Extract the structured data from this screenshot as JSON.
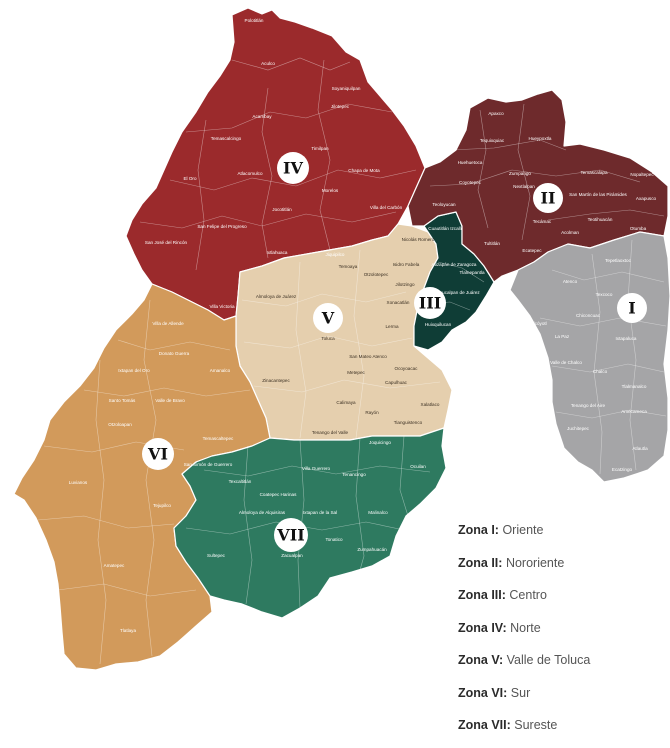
{
  "zones": [
    {
      "id": "I",
      "numeral": "I",
      "color": "#a5a5a7",
      "text_color": "#ffffff",
      "legend_label": "Zona I:",
      "legend_name": "Oriente",
      "municipalities": [
        "Tepetlaoxtoc",
        "Atenco",
        "Texcoco",
        "Chiconcuac",
        "Nezahualcóyotl",
        "La Paz",
        "Ixtapaluca",
        "Valle de Chalco",
        "Chalco",
        "Tlalmanalco",
        "Tenango del Aire",
        "Amecameca",
        "Juchitepec",
        "Atlautla",
        "Ecatzingo"
      ]
    },
    {
      "id": "II",
      "numeral": "II",
      "color": "#6e2a2c",
      "text_color": "#ffffff",
      "legend_label": "Zona II:",
      "legend_name": "Nororiente",
      "municipalities": [
        "Apaxco",
        "Tequixquiac",
        "Hueypoxtla",
        "Huehuetoca",
        "Zumpango",
        "Temascalapa",
        "Nopaltepec",
        "Coyotepec",
        "Nextlalpan",
        "San Martín de las Pirámides",
        "Axapusco",
        "Teoloyucan",
        "Tecámac",
        "Teotihuacán",
        "Otumba",
        "Tultitlán",
        "Ecatepec",
        "Acolman"
      ]
    },
    {
      "id": "III",
      "numeral": "III",
      "color": "#0f3d36",
      "text_color": "#ffffff",
      "legend_label": "Zona III:",
      "legend_name": "Centro",
      "municipalities": [
        "Cuautitlán Izcalli",
        "Atizapán de Zaragoza",
        "Tlalnepantla",
        "Naucalpan de Juárez",
        "Huixquilucan"
      ]
    },
    {
      "id": "IV",
      "numeral": "IV",
      "color": "#9b2a2c",
      "text_color": "#ffffff",
      "legend_label": "Zona IV:",
      "legend_name": "Norte",
      "municipalities": [
        "Polotitlán",
        "Aculco",
        "Soyaniquilpan",
        "Jilotepec",
        "Acambay",
        "Timilpan",
        "Temascalcingo",
        "Chapa de Mota",
        "El Oro",
        "Atlacomulco",
        "Morelos",
        "Villa del Carbón",
        "Jocotitlán",
        "San Felipe del Progreso",
        "San José del Rincón",
        "Ixtlahuaca",
        "Jiquipilco",
        "Villa Victoria"
      ]
    },
    {
      "id": "V",
      "numeral": "V",
      "color": "#e5cfae",
      "text_color": "#3a2f22",
      "legend_label": "Zona V:",
      "legend_name": "Valle de Toluca",
      "municipalities": [
        "Nicolás Romero",
        "Temoaya",
        "Isidro Fabela",
        "Otzolotepec",
        "Jilotzingo",
        "Xonacatlán",
        "Almoloya de Juárez",
        "Lerma",
        "Toluca",
        "San Mateo Atenco",
        "Metepec",
        "Ocoyoacac",
        "Zinacantepec",
        "Capulhuac",
        "Calimaya",
        "Rayón",
        "Tianguistenco",
        "Xalatlaco",
        "Tenango del Valle"
      ]
    },
    {
      "id": "VI",
      "numeral": "VI",
      "color": "#d29a5b",
      "text_color": "#ffffff",
      "legend_label": "Zona VI:",
      "legend_name": "Sur",
      "municipalities": [
        "Villa de Allende",
        "Donato Guerra",
        "Ixtapan del Oro",
        "Amanalco",
        "Santo Tomás",
        "Valle de Bravo",
        "Otzoloapan",
        "Temascaltepec",
        "Luvianos",
        "Tejupilco",
        "Amatepec",
        "Tlatlaya"
      ]
    },
    {
      "id": "VII",
      "numeral": "VII",
      "color": "#2e7a60",
      "text_color": "#ffffff",
      "legend_label": "Zona VII:",
      "legend_name": "Sureste",
      "municipalities": [
        "Joquicingo",
        "San Simón de Guerrero",
        "Villa Guerrero",
        "Ocuilan",
        "Texcaltitlán",
        "Tenancingo",
        "Coatepec Harinas",
        "Almoloya de Alquisiras",
        "Ixtapan de la Sal",
        "Malinalco",
        "Sultepec",
        "Zacualpan",
        "Tonatico",
        "Zumpahuacán"
      ]
    }
  ]
}
